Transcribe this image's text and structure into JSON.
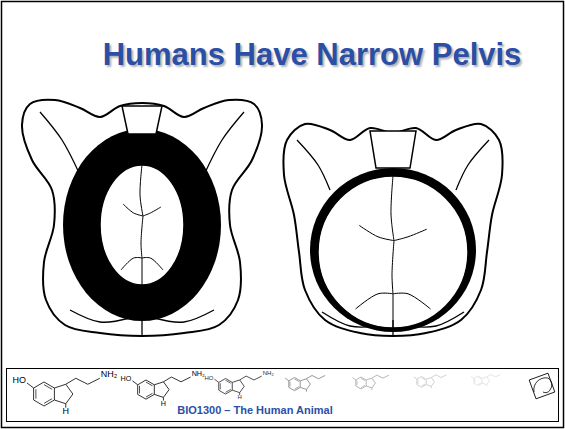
{
  "diagram": {
    "title": "Humans Have Narrow Pelvis",
    "labels": [
      "HO",
      "NH₂",
      "H",
      "HO",
      "NH₂",
      "H",
      "HO",
      "NH₂",
      "H",
      "BIO1300 – The Human Animal"
    ]
  }
}
